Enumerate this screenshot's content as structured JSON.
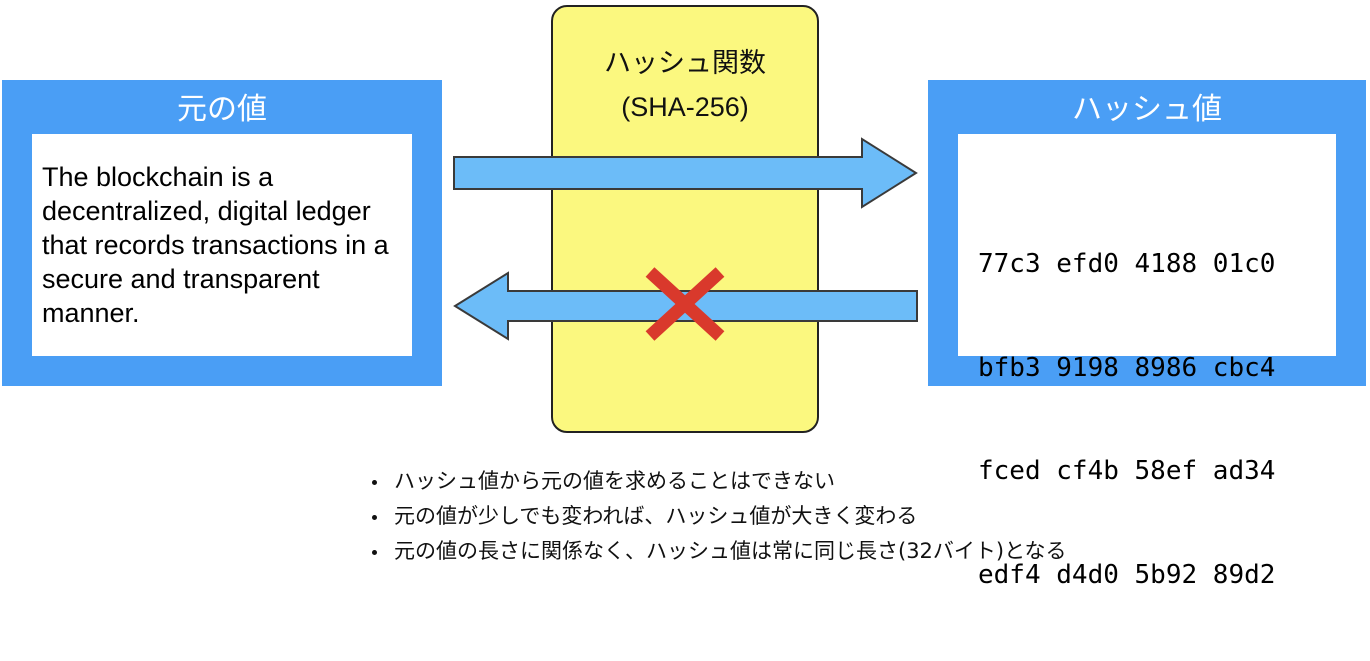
{
  "input": {
    "title": "元の値",
    "text": "The blockchain is a decentralized, digital ledger that records transactions in a secure and transparent manner."
  },
  "function": {
    "name": "ハッシュ関数",
    "algorithm": "(SHA-256)"
  },
  "output": {
    "title": "ハッシュ値",
    "hash_lines": [
      "77c3 efd0 4188 01c0",
      "bfb3 9198 8986 cbc4",
      "fced cf4b 58ef ad34",
      "edf4 d4d0 5b92 89d2"
    ]
  },
  "notes": [
    "ハッシュ値から元の値を求めることはできない",
    "元の値が少しでも変われば、ハッシュ値が大きく変わる",
    "元の値の長さに関係なく、ハッシュ値は常に同じ長さ(32バイト)となる"
  ],
  "colors": {
    "panel": "#4a9ef5",
    "function_box": "#fbf87f",
    "arrow_fill": "#6cbcf8",
    "arrow_stroke": "#3a3a3a",
    "cross": "#d9392c"
  },
  "icons": {
    "forward": "right-arrow-icon",
    "reverse": "left-arrow-icon",
    "blocked": "cross-icon"
  }
}
